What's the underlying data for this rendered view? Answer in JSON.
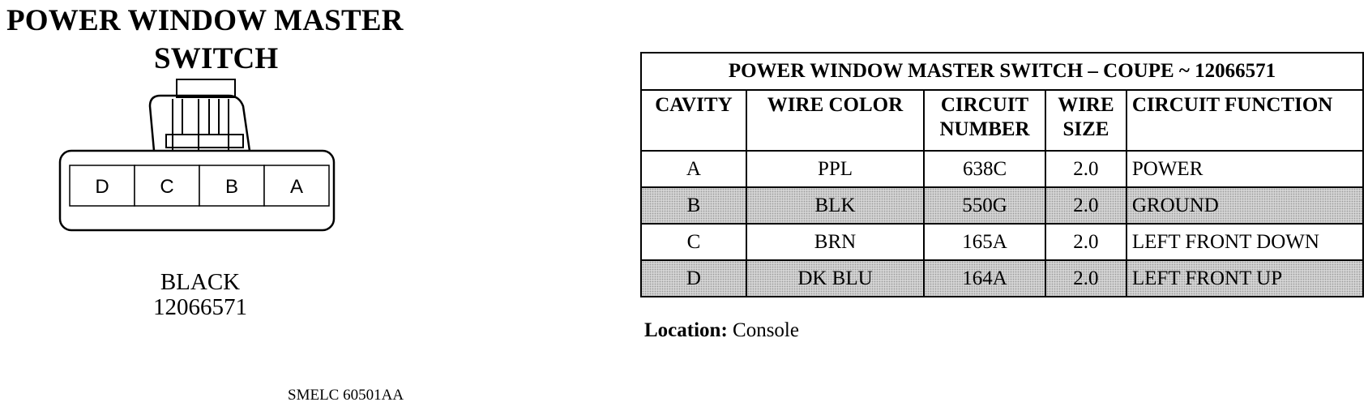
{
  "connector": {
    "title_line1": "POWER WINDOW MASTER",
    "title_line2": "SWITCH",
    "cavities": [
      "D",
      "C",
      "B",
      "A"
    ],
    "color": "BLACK",
    "part_number": "12066571"
  },
  "figure_code": "SMELC 60501AA",
  "table": {
    "caption": "POWER WINDOW MASTER SWITCH – COUPE ~ 12066571",
    "headers": {
      "cavity": "CAVITY",
      "wire_color": "WIRE COLOR",
      "circuit_number_1": "CIRCUIT",
      "circuit_number_2": "NUMBER",
      "wire_size_1": "WIRE",
      "wire_size_2": "SIZE",
      "circuit_function": "CIRCUIT FUNCTION"
    },
    "rows": [
      {
        "cavity": "A",
        "wire_color": "PPL",
        "circuit": "638C",
        "size": "2.0",
        "function": "POWER",
        "shaded": false
      },
      {
        "cavity": "B",
        "wire_color": "BLK",
        "circuit": "550G",
        "size": "2.0",
        "function": "GROUND",
        "shaded": true
      },
      {
        "cavity": "C",
        "wire_color": "BRN",
        "circuit": "165A",
        "size": "2.0",
        "function": "LEFT FRONT DOWN",
        "shaded": false
      },
      {
        "cavity": "D",
        "wire_color": "DK BLU",
        "circuit": "164A",
        "size": "2.0",
        "function": "LEFT FRONT UP",
        "shaded": true
      }
    ]
  },
  "location": {
    "label": "Location:",
    "value": "Console"
  }
}
